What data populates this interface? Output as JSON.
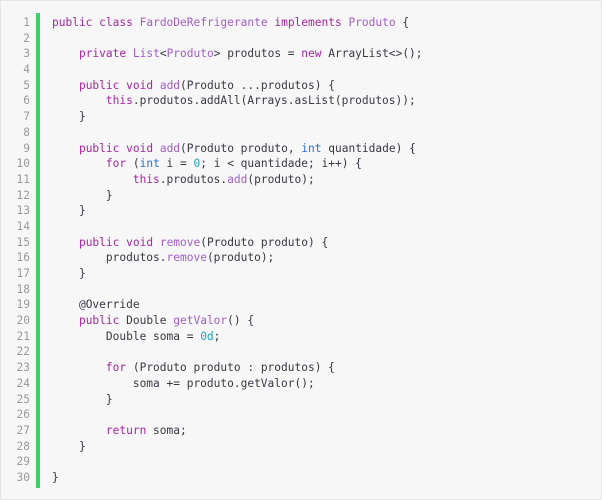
{
  "editor": {
    "accent_bar_color": "#3bd26c",
    "lines": [
      {
        "n": "1",
        "indent": 0,
        "tokens": [
          {
            "t": "public",
            "c": "kw"
          },
          {
            "t": " "
          },
          {
            "t": "class",
            "c": "kw"
          },
          {
            "t": " "
          },
          {
            "t": "FardoDeRefrigerante",
            "c": "cls"
          },
          {
            "t": " "
          },
          {
            "t": "implements",
            "c": "kw"
          },
          {
            "t": " "
          },
          {
            "t": "Produto",
            "c": "cls"
          },
          {
            "t": " {"
          }
        ]
      },
      {
        "n": "2",
        "indent": 0,
        "tokens": []
      },
      {
        "n": "3",
        "indent": 1,
        "tokens": [
          {
            "t": "private",
            "c": "kw"
          },
          {
            "t": " "
          },
          {
            "t": "List",
            "c": "cls"
          },
          {
            "t": "<"
          },
          {
            "t": "Produto",
            "c": "cls"
          },
          {
            "t": "> produtos = "
          },
          {
            "t": "new",
            "c": "kw"
          },
          {
            "t": " ArrayList<>();"
          }
        ]
      },
      {
        "n": "4",
        "indent": 0,
        "tokens": []
      },
      {
        "n": "5",
        "indent": 1,
        "tokens": [
          {
            "t": "public",
            "c": "kw"
          },
          {
            "t": " "
          },
          {
            "t": "void",
            "c": "kw"
          },
          {
            "t": " "
          },
          {
            "t": "add",
            "c": "fn"
          },
          {
            "t": "(Produto ...produtos) {"
          }
        ]
      },
      {
        "n": "6",
        "indent": 2,
        "tokens": [
          {
            "t": "this",
            "c": "kw"
          },
          {
            "t": ".produtos.addAll(Arrays.asList(produtos));"
          }
        ]
      },
      {
        "n": "7",
        "indent": 1,
        "tokens": [
          {
            "t": "}"
          }
        ]
      },
      {
        "n": "8",
        "indent": 0,
        "tokens": []
      },
      {
        "n": "9",
        "indent": 1,
        "tokens": [
          {
            "t": "public",
            "c": "kw"
          },
          {
            "t": " "
          },
          {
            "t": "void",
            "c": "kw"
          },
          {
            "t": " "
          },
          {
            "t": "add",
            "c": "fn"
          },
          {
            "t": "(Produto produto, "
          },
          {
            "t": "int",
            "c": "pr"
          },
          {
            "t": " quantidade) {"
          }
        ]
      },
      {
        "n": "10",
        "indent": 2,
        "tokens": [
          {
            "t": "for",
            "c": "kw"
          },
          {
            "t": " ("
          },
          {
            "t": "int",
            "c": "pr"
          },
          {
            "t": " i = "
          },
          {
            "t": "0",
            "c": "num"
          },
          {
            "t": "; i < quantidade; i++) {"
          }
        ]
      },
      {
        "n": "11",
        "indent": 3,
        "tokens": [
          {
            "t": "this",
            "c": "kw"
          },
          {
            "t": ".produtos."
          },
          {
            "t": "add",
            "c": "fn"
          },
          {
            "t": "(produto);"
          }
        ]
      },
      {
        "n": "12",
        "indent": 2,
        "tokens": [
          {
            "t": "}"
          }
        ]
      },
      {
        "n": "13",
        "indent": 1,
        "tokens": [
          {
            "t": "}"
          }
        ]
      },
      {
        "n": "14",
        "indent": 0,
        "tokens": []
      },
      {
        "n": "15",
        "indent": 1,
        "tokens": [
          {
            "t": "public",
            "c": "kw"
          },
          {
            "t": " "
          },
          {
            "t": "void",
            "c": "kw"
          },
          {
            "t": " "
          },
          {
            "t": "remove",
            "c": "fn"
          },
          {
            "t": "(Produto produto) {"
          }
        ]
      },
      {
        "n": "16",
        "indent": 2,
        "tokens": [
          {
            "t": "produtos."
          },
          {
            "t": "remove",
            "c": "fn"
          },
          {
            "t": "(produto);"
          }
        ]
      },
      {
        "n": "17",
        "indent": 1,
        "tokens": [
          {
            "t": "}"
          }
        ]
      },
      {
        "n": "18",
        "indent": 0,
        "tokens": []
      },
      {
        "n": "19",
        "indent": 1,
        "tokens": [
          {
            "t": "@Override",
            "c": "an"
          }
        ]
      },
      {
        "n": "20",
        "indent": 1,
        "tokens": [
          {
            "t": "public",
            "c": "kw"
          },
          {
            "t": " Double "
          },
          {
            "t": "getValor",
            "c": "fn"
          },
          {
            "t": "() {"
          }
        ]
      },
      {
        "n": "21",
        "indent": 2,
        "tokens": [
          {
            "t": "Double soma = "
          },
          {
            "t": "0d",
            "c": "num"
          },
          {
            "t": ";"
          }
        ]
      },
      {
        "n": "22",
        "indent": 0,
        "tokens": []
      },
      {
        "n": "23",
        "indent": 2,
        "tokens": [
          {
            "t": "for",
            "c": "kw"
          },
          {
            "t": " (Produto produto : produtos) {"
          }
        ]
      },
      {
        "n": "24",
        "indent": 3,
        "tokens": [
          {
            "t": "soma += produto.getValor();"
          }
        ]
      },
      {
        "n": "25",
        "indent": 2,
        "tokens": [
          {
            "t": "}"
          }
        ]
      },
      {
        "n": "26",
        "indent": 0,
        "tokens": []
      },
      {
        "n": "27",
        "indent": 2,
        "tokens": [
          {
            "t": "return",
            "c": "kw"
          },
          {
            "t": " soma;"
          }
        ]
      },
      {
        "n": "28",
        "indent": 1,
        "tokens": [
          {
            "t": "}"
          }
        ]
      },
      {
        "n": "29",
        "indent": 0,
        "tokens": []
      },
      {
        "n": "30",
        "indent": 0,
        "tokens": [
          {
            "t": "}"
          }
        ]
      }
    ]
  }
}
